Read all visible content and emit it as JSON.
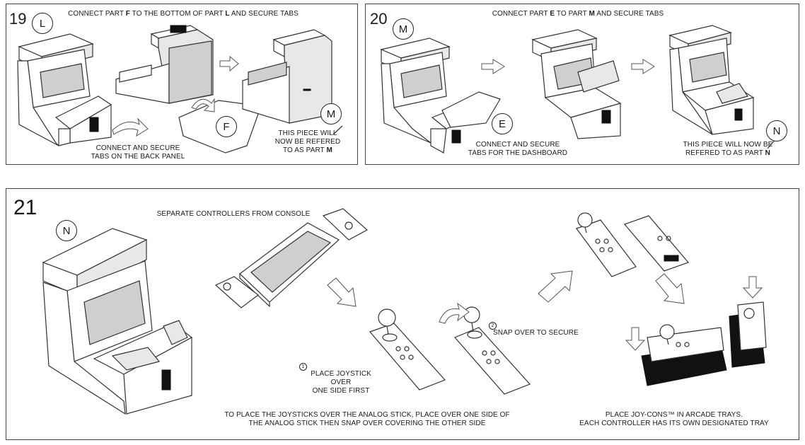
{
  "step19": {
    "number": "19",
    "title_pre": "CONNECT PART ",
    "title_part_a": "F",
    "title_mid": " TO THE BOTTOM OF PART ",
    "title_part_b": "L",
    "title_post": " AND SECURE TABS",
    "label_start": "L",
    "label_piece": "F",
    "label_result": "M",
    "caption_tabs_line1": "CONNECT AND SECURE",
    "caption_tabs_line2": "TABS ON THE BACK PANEL",
    "caption_piece_line1": "THIS PIECE WILL",
    "caption_piece_line2": "NOW BE REFERED",
    "caption_piece_line3_pre": "TO AS PART ",
    "caption_piece_part": "M"
  },
  "step20": {
    "number": "20",
    "title_pre": "CONNECT PART ",
    "title_part_a": "E",
    "title_mid": " TO PART ",
    "title_part_b": "M",
    "title_post": " AND SECURE TABS",
    "label_start": "M",
    "label_piece": "E",
    "label_result": "N",
    "caption_tabs_line1": "CONNECT AND SECURE",
    "caption_tabs_line2": "TABS FOR THE DASHBOARD",
    "caption_piece_line1": "THIS PIECE WILL NOW BE",
    "caption_piece_line2_pre": "REFERED TO AS PART ",
    "caption_piece_part": "N"
  },
  "step21": {
    "number": "21",
    "label_start": "N",
    "caption_separate": "SEPARATE CONTROLLERS FROM CONSOLE",
    "marker_one": "1",
    "caption_place_line1": "PLACE JOYSTICK OVER",
    "caption_place_line2": "ONE SIDE FIRST",
    "marker_two": "2",
    "caption_snap": "SNAP OVER  TO SECURE",
    "caption_bottom_line1": "TO PLACE THE JOYSTICKS OVER THE ANALOG STICK, PLACE OVER ONE SIDE OF",
    "caption_bottom_line2": "THE ANALOG STICK THEN SNAP OVER COVERING THE OTHER SIDE",
    "caption_trays_line1": "PLACE JOY-CONS™ IN ARCADE TRAYS.",
    "caption_trays_line2": "EACH CONTROLLER HAS ITS OWN DESIGNATED TRAY"
  },
  "icons": [
    "arcade-cabinet-icon",
    "cardboard-panel-icon",
    "curved-arrow-icon",
    "right-arrow-icon",
    "joy-con-icon",
    "console-icon",
    "joystick-icon",
    "arcade-tray-icon",
    "down-arrow-icon"
  ],
  "colors": {
    "line": "#333333",
    "panel_border": "#444444",
    "tray": "#111111"
  }
}
